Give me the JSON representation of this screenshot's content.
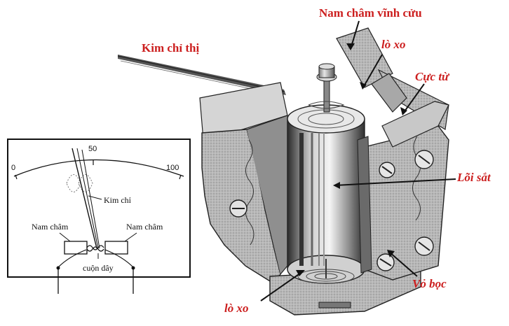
{
  "labels": {
    "permanent_magnet": "Nam châm vĩnh cửu",
    "spring_top": "lò xo",
    "pole_piece": "Cực từ",
    "pointer": "Kim chỉ thị",
    "iron_core": "Lõi sắt",
    "casing": "Vỏ bọc",
    "spring_bottom": "lò xo"
  },
  "inset": {
    "scale": [
      "0",
      "50",
      "100"
    ],
    "needle_label": "Kim chỉ",
    "magnet_left": "Nam châm",
    "magnet_right": "Nam châm",
    "coil_label": "cuộn dây"
  },
  "colors": {
    "label_red": "#cc1f1f",
    "metal_light": "#d8d8d8",
    "metal_mid": "#9a9a9a",
    "metal_dark": "#3a3a3a"
  }
}
